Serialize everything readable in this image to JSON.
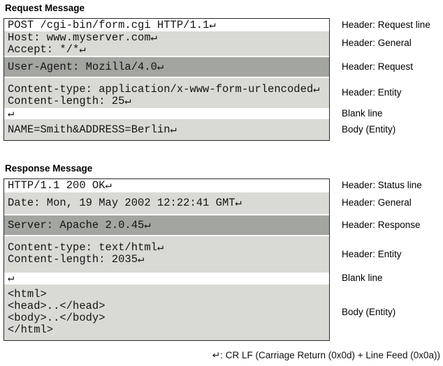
{
  "request": {
    "title": "Request Message",
    "rows": [
      {
        "label": "Header: Request line",
        "lines": [
          "POST /cgi-bin/form.cgi HTTP/1.1↵"
        ]
      },
      {
        "label": "Header: General",
        "lines": [
          "Host: www.myserver.com↵",
          "Accept: */*↵"
        ]
      },
      {
        "label": "Header: Request",
        "lines": [
          "User-Agent: Mozilla/4.0↵"
        ]
      },
      {
        "label": "Header: Entity",
        "lines": [
          "Content-type: application/x-www-form-urlencoded↵",
          "Content-length: 25↵"
        ]
      },
      {
        "label": "Blank line",
        "lines": [
          "↵"
        ]
      },
      {
        "label": "Body (Entity)",
        "lines": [
          "NAME=Smith&ADDRESS=Berlin↵"
        ]
      }
    ]
  },
  "response": {
    "title": "Response Message",
    "rows": [
      {
        "label": "Header: Status line",
        "lines": [
          "HTTP/1.1 200 OK↵"
        ]
      },
      {
        "label": "Header: General",
        "lines": [
          "Date: Mon, 19 May 2002 12:22:41 GMT↵"
        ]
      },
      {
        "label": "Header: Response",
        "lines": [
          "Server: Apache 2.0.45↵"
        ]
      },
      {
        "label": "Header: Entity",
        "lines": [
          "Content-type: text/html↵",
          "Content-length: 2035↵"
        ]
      },
      {
        "label": "Blank line",
        "lines": [
          "↵"
        ]
      },
      {
        "label": "Body (Entity)",
        "lines": [
          "<html>",
          "<head>..</head>",
          "<body>..</body>",
          "</html>"
        ]
      }
    ]
  },
  "footer": {
    "note": "↵: CR LF (Carriage Return (0x0d) + Line Feed (0x0a))"
  },
  "colors": {
    "band_light": "#d9dad5",
    "band_dark": "#a3a5a0",
    "band_white": "#ffffff",
    "box_border": "#2a2a2a"
  }
}
